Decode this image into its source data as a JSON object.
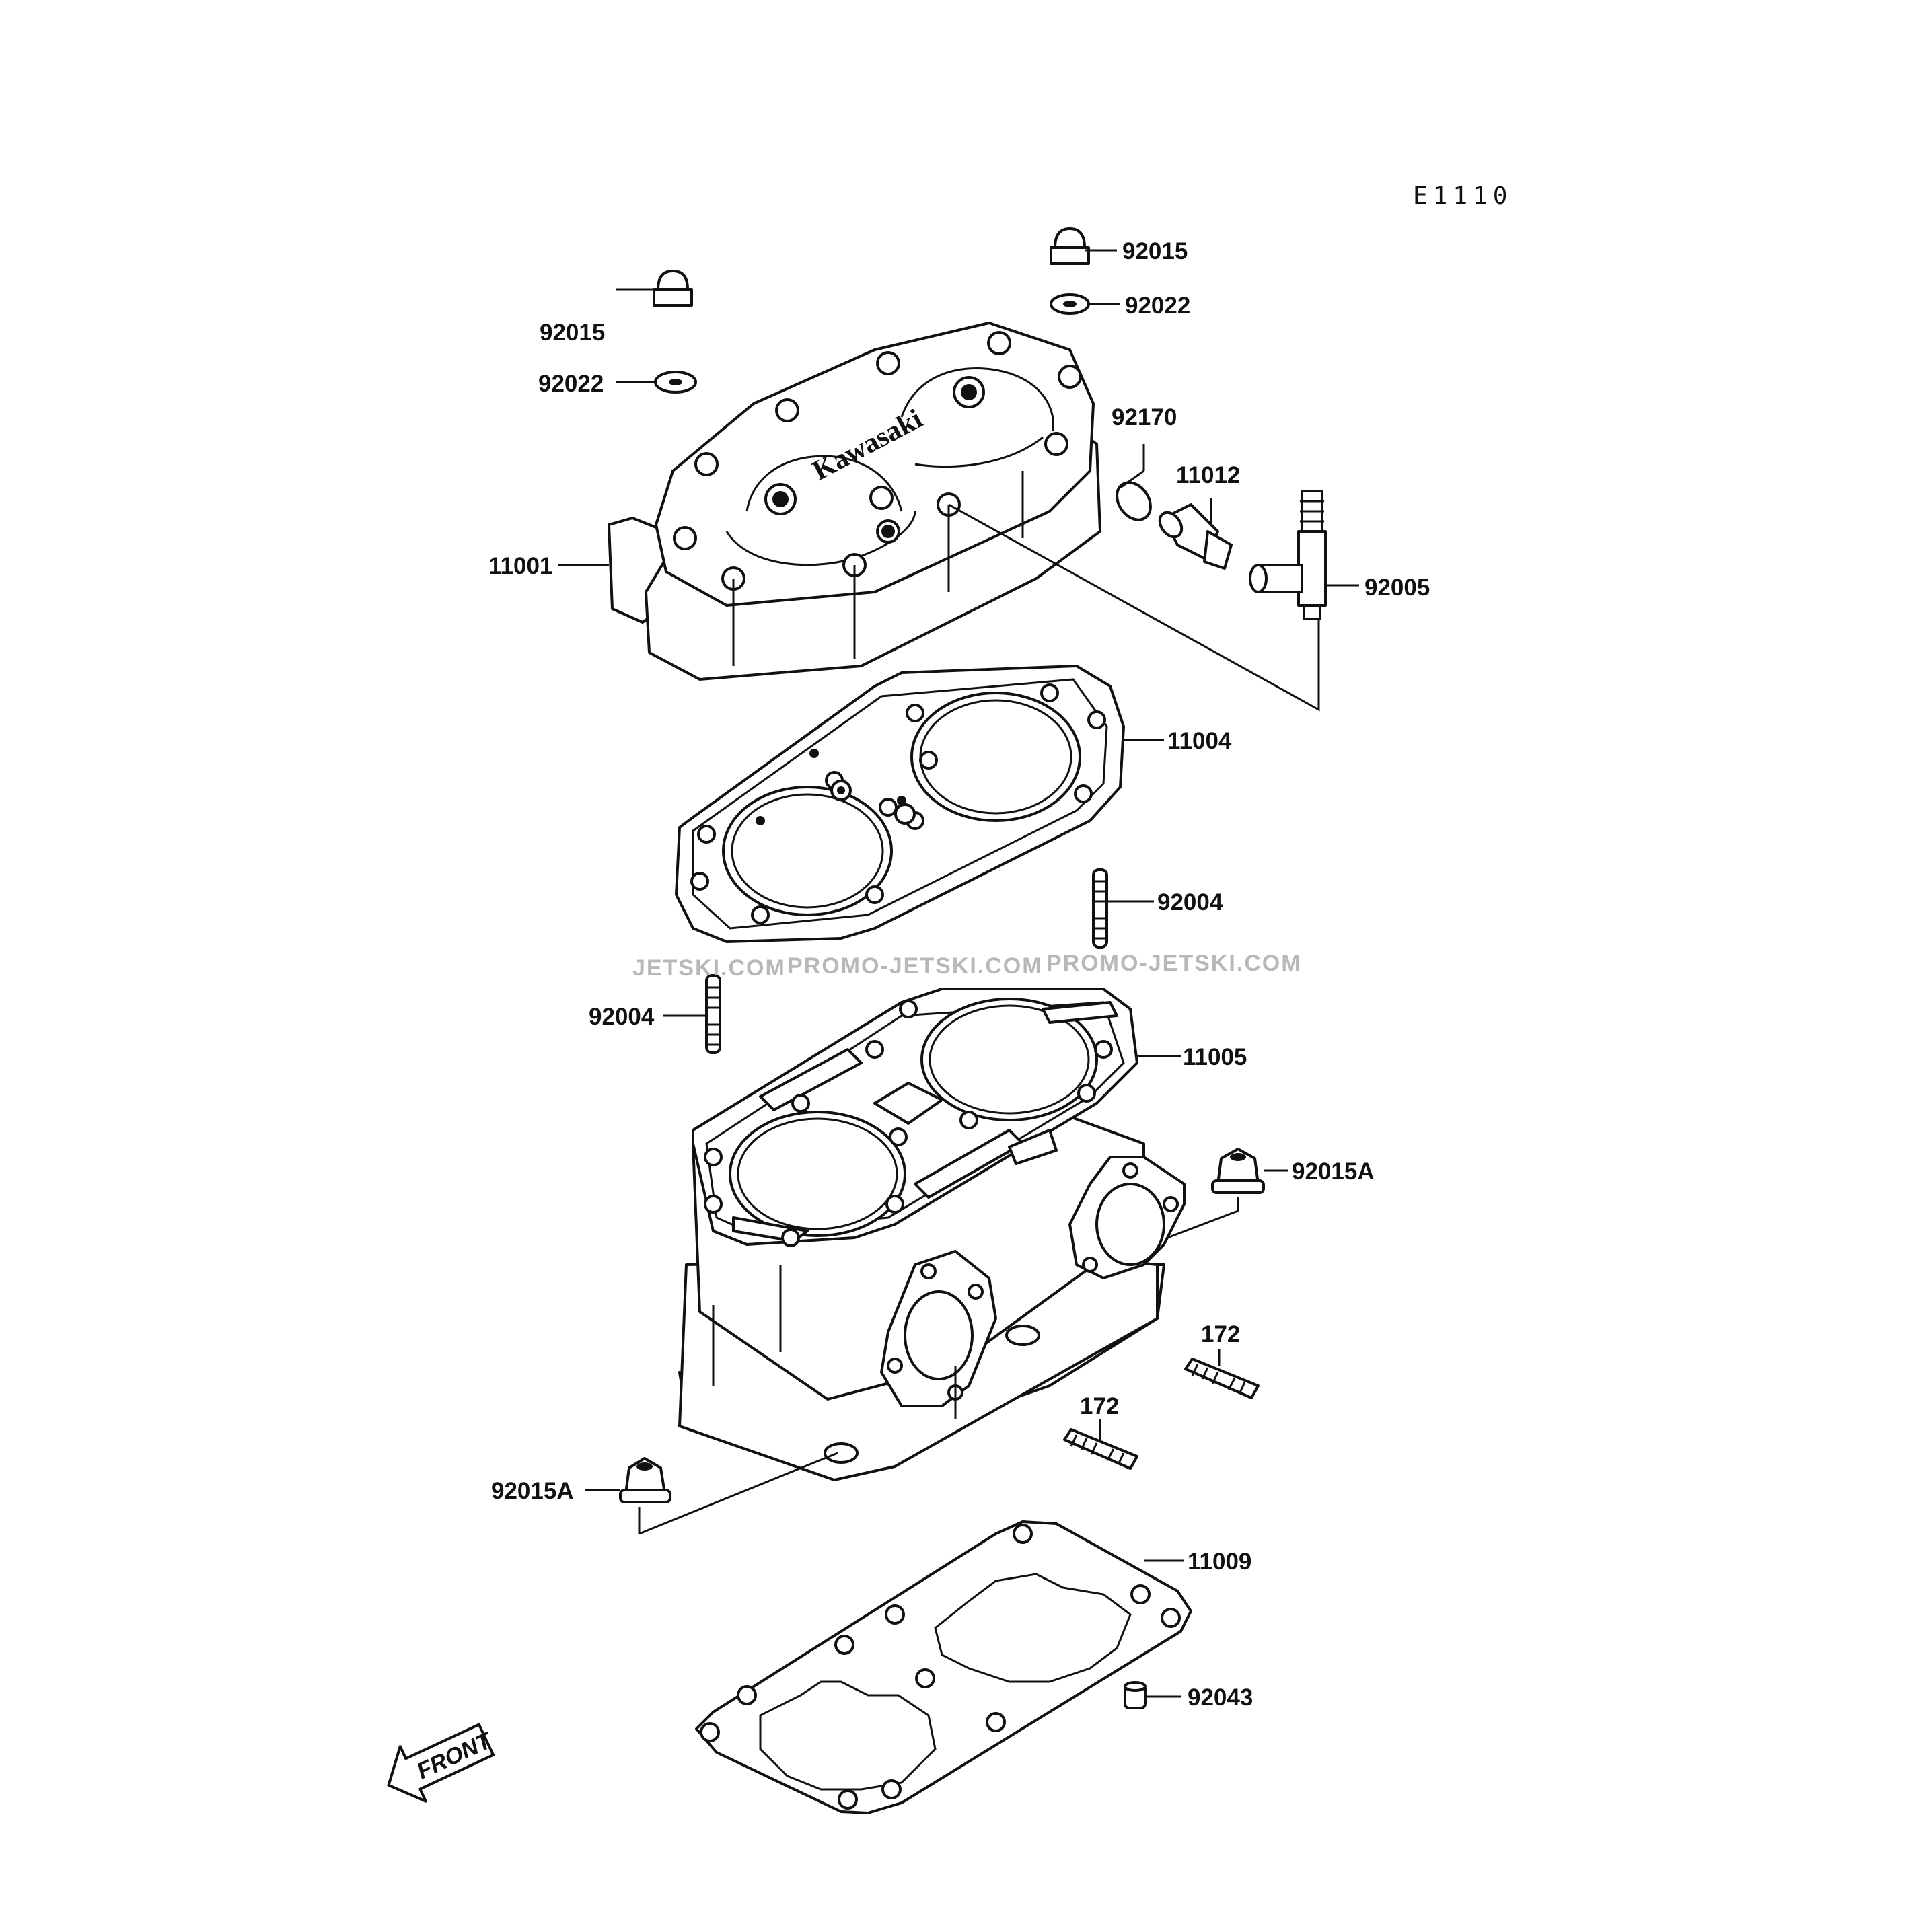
{
  "diagram": {
    "code": "E1110",
    "front_label": "FRONT",
    "watermarks": [
      "JETSKI.COM",
      "PROMO-JETSKI.COM",
      "PROMO-JETSKI.COM"
    ],
    "callouts": {
      "c92015_top": "92015",
      "c92022_top": "92022",
      "c92015_left": "92015",
      "c92022_left": "92022",
      "c92170": "92170",
      "c11012": "11012",
      "c11001": "11001",
      "c92005": "92005",
      "c11004": "11004",
      "c92004_right": "92004",
      "c92004_left": "92004",
      "c11005": "11005",
      "c92015A_right": "92015A",
      "c172_a": "172",
      "c172_b": "172",
      "c92015A_left": "92015A",
      "c11009": "11009",
      "c92043": "92043"
    }
  }
}
